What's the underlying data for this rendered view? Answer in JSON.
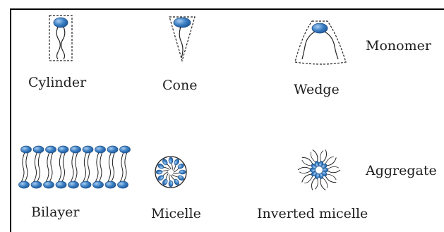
{
  "shapes": {
    "cylinder": "Cylinder",
    "cone": "Cone",
    "wedge": "Wedge"
  },
  "row_labels": {
    "monomer": "Monomer",
    "aggregate": "Aggregate"
  },
  "aggregates": {
    "bilayer": "Bilayer",
    "micelle": "Micelle",
    "inverted_micelle": "Inverted micelle"
  },
  "colors": {
    "head_fill": "#3b7fc4",
    "head_highlight": "#a9cdf0",
    "tail": "#222222",
    "outline": "#222222"
  }
}
